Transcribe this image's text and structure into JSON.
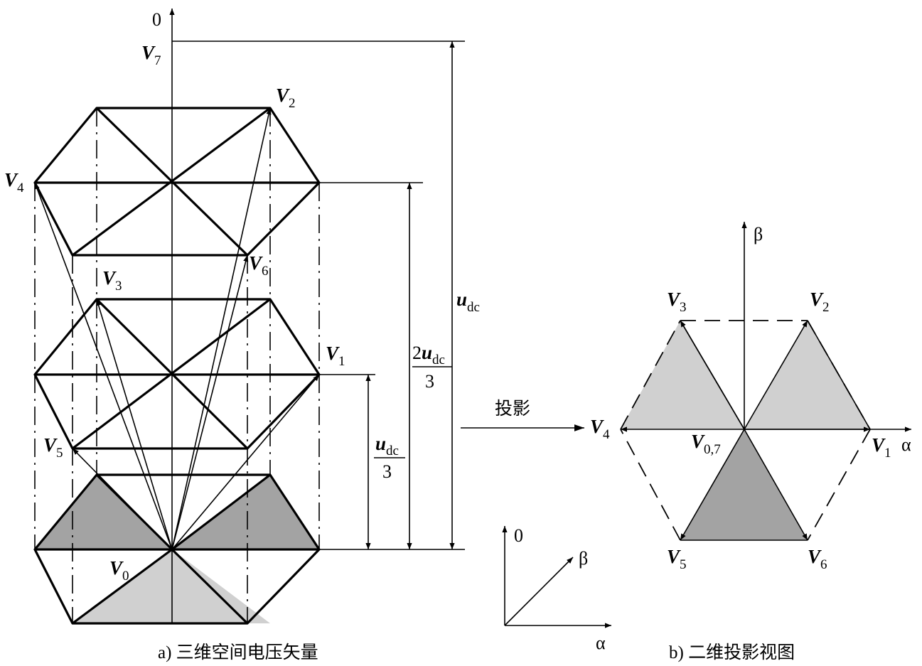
{
  "colors": {
    "dark_gray": "#a3a3a3",
    "light_gray": "#d0d0d0",
    "line": "#000000"
  },
  "axes3d": {
    "zero_label": "0"
  },
  "panel_a": {
    "caption": "a) 三维空间电压矢量",
    "vectors": {
      "v0": {
        "base": "V",
        "sub": "0"
      },
      "v1": {
        "base": "V",
        "sub": "1"
      },
      "v2": {
        "base": "V",
        "sub": "2"
      },
      "v3": {
        "base": "V",
        "sub": "3"
      },
      "v4": {
        "base": "V",
        "sub": "4"
      },
      "v5": {
        "base": "V",
        "sub": "5"
      },
      "v6": {
        "base": "V",
        "sub": "6"
      },
      "v7": {
        "base": "V",
        "sub": "7"
      }
    },
    "dimensions": {
      "full": {
        "base": "u",
        "sub": "dc"
      },
      "two_thirds": {
        "numerator_coef": "2",
        "base": "u",
        "sub": "dc",
        "denominator": "3"
      },
      "one_third": {
        "base": "u",
        "sub": "dc",
        "denominator": "3"
      }
    }
  },
  "projection_label": "投影",
  "panel_b": {
    "caption": "b) 二维投影视图",
    "axis_alpha": "α",
    "axis_beta": "β",
    "vectors": {
      "v1": {
        "base": "V",
        "sub": "1"
      },
      "v2": {
        "base": "V",
        "sub": "2"
      },
      "v3": {
        "base": "V",
        "sub": "3"
      },
      "v4": {
        "base": "V",
        "sub": "4"
      },
      "v5": {
        "base": "V",
        "sub": "5"
      },
      "v6": {
        "base": "V",
        "sub": "6"
      },
      "v07": {
        "base": "V",
        "sub": "0,7"
      }
    }
  },
  "legend_axes": {
    "zero": "0",
    "alpha": "α",
    "beta": "β"
  }
}
